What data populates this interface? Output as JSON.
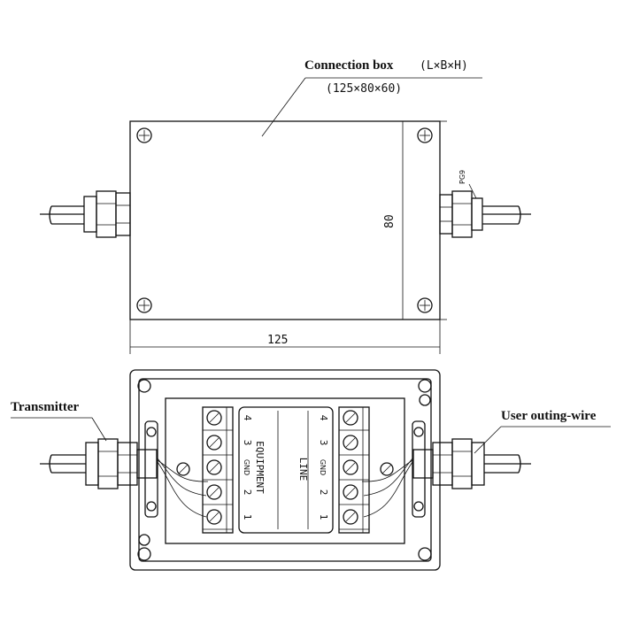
{
  "title": {
    "main": "Connection box",
    "formula": "(L×B×H)",
    "dims": "(125×80×60)"
  },
  "dimensions": {
    "width": "125",
    "height": "80",
    "gland": "PG9"
  },
  "labels": {
    "transmitter": "Transmitter",
    "user_wire": "User outing-wire"
  },
  "terminal_left": {
    "title": "EQUIPMENT",
    "numbers": [
      "4",
      "3",
      "GND",
      "2",
      "1"
    ]
  },
  "terminal_right": {
    "title": "LINE",
    "numbers": [
      "4",
      "3",
      "GND",
      "2",
      "1"
    ]
  }
}
